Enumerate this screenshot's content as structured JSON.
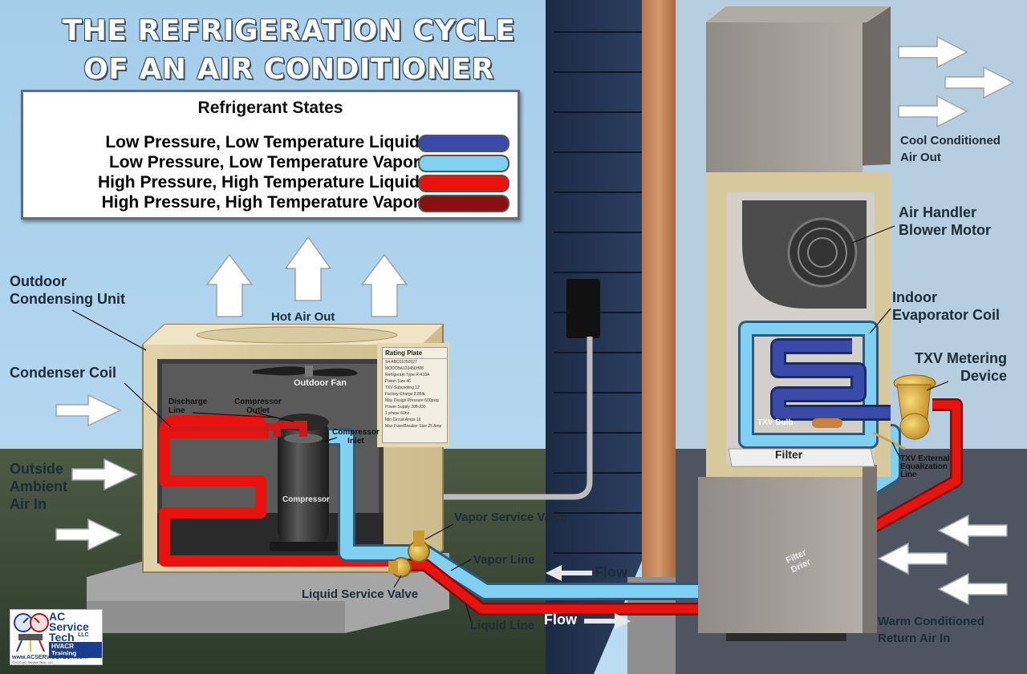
{
  "title": {
    "line1": "THE REFRIGERATION CYCLE",
    "line2": "OF AN AIR CONDITIONER"
  },
  "legend": {
    "heading": "Refrigerant States",
    "items": [
      {
        "label": "Low Pressure, Low Temperature Liquid",
        "color": "#3a4aa8"
      },
      {
        "label": "Low Pressure, Low Temperature Vapor",
        "color": "#7fd0f2"
      },
      {
        "label": "High Pressure, High Temperature Liquid",
        "color": "#e8130f"
      },
      {
        "label": "High Pressure, High Temperature Vapor",
        "color": "#8a1010"
      }
    ]
  },
  "labels": {
    "outdoor_unit": "Outdoor\nCondensing Unit",
    "condenser_coil": "Condenser Coil",
    "outside_air": "Outside\nAmbient\nAir In",
    "hot_air_out": "Hot Air Out",
    "outdoor_fan": "Outdoor Fan",
    "discharge_line": "Discharge\nLine",
    "compressor_outlet": "Compressor\nOutlet",
    "compressor_inlet": "Compressor\nInlet",
    "compressor": "Compressor",
    "vapor_service_valve": "Vapor Service Valve",
    "vapor_line": "Vapor Line",
    "liquid_service_valve": "Liquid Service Valve",
    "liquid_line": "Liquid Line",
    "flow_top": "Flow",
    "flow_bottom": "Flow",
    "filter_drier": "Filter\nDrier",
    "cool_air_out": "Cool Conditioned\nAir Out",
    "blower_motor": "Air Handler\nBlower Motor",
    "evaporator_coil": "Indoor\nEvaporator Coil",
    "txv": "TXV Metering\nDevice",
    "txv_bulb": "TXV Bulb",
    "txv_equalization": "TXV External\nEqualization\nLine",
    "filter": "Filter",
    "warm_air_in": "Warm Conditioned\nReturn Air In"
  },
  "rating_plate": {
    "title": "Rating Plate",
    "lines": [
      "S# ABC01050927",
      "MODCBA123456H88",
      "Refrigerant Type R-410A",
      "Piston Size 46",
      "TXV Subcooling 12",
      "Factory Charge 8.85lb",
      "Max Design Pressure 600psig",
      "Power Supply 208-230",
      "1 phase 60hz",
      "Min Circuit Amps 16",
      "Max Fuse/Breaker Size 25 Amp"
    ]
  },
  "logo": {
    "name": "AC\nService\nTech",
    "suffix": "LLC",
    "tag": "HVACR Training",
    "url": "www.ACSERVICETECH.com",
    "copyright": "©2020 AC Service Tech, LLC"
  }
}
